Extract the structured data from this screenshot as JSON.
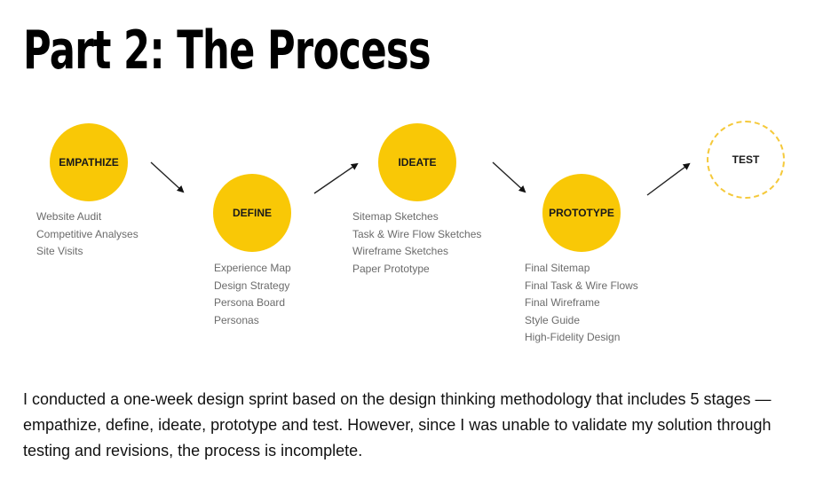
{
  "title": "Part 2: The Process",
  "accent_color": "#f9c806",
  "stages": [
    {
      "label": "EMPATHIZE",
      "items": [
        "Website Audit",
        "Competitive Analyses",
        "Site Visits"
      ]
    },
    {
      "label": "DEFINE",
      "items": [
        "Experience Map",
        "Design Strategy",
        "Persona Board",
        "Personas"
      ]
    },
    {
      "label": "IDEATE",
      "items": [
        "Sitemap Sketches",
        "Task & Wire Flow Sketches",
        "Wireframe Sketches",
        "Paper Prototype"
      ]
    },
    {
      "label": "PROTOTYPE",
      "items": [
        "Final Sitemap",
        "Final Task & Wire Flows",
        "Final Wireframe",
        "Style Guide",
        "High-Fidelity Design"
      ]
    },
    {
      "label": "TEST",
      "items": []
    }
  ],
  "description": "I conducted a one-week design sprint based on the design thinking methodology that includes 5 stages — empathize, define, ideate, prototype and test. However, since I was unable to validate my solution through testing and revisions, the process is incomplete."
}
